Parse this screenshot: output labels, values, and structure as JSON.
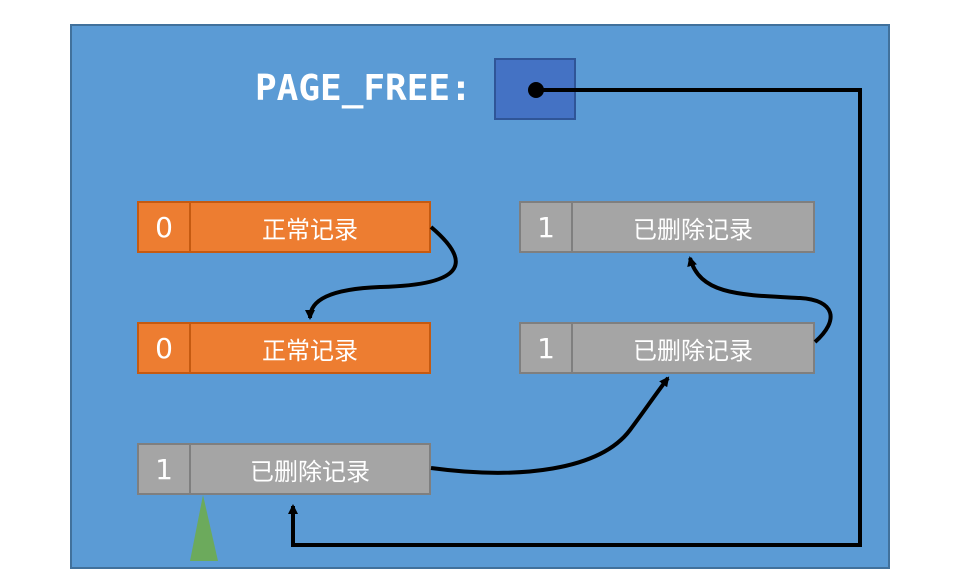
{
  "page_free": {
    "label": "PAGE_FREE:"
  },
  "records": [
    {
      "id": "r1",
      "flag": "0",
      "text": "正常记录",
      "kind": "normal"
    },
    {
      "id": "r2",
      "flag": "0",
      "text": "正常记录",
      "kind": "normal"
    },
    {
      "id": "r3",
      "flag": "1",
      "text": "已删除记录",
      "kind": "deleted"
    },
    {
      "id": "r4",
      "flag": "1",
      "text": "已删除记录",
      "kind": "deleted"
    },
    {
      "id": "r5",
      "flag": "1",
      "text": "已删除记录",
      "kind": "deleted"
    }
  ],
  "colors": {
    "panel": "#5b9bd5",
    "normal_record": "#ed7d31",
    "deleted_record": "#a5a5a5",
    "pointer_box": "#4472c4",
    "arrow": "#000000"
  }
}
